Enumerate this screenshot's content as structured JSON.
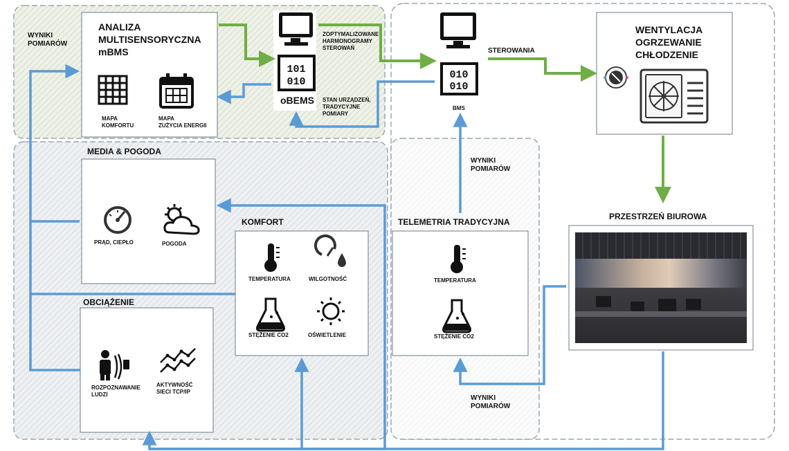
{
  "colors": {
    "blue_line": "#5b9bd5",
    "green_line": "#70ad47",
    "panel_border": "#6d7c8a",
    "group_border": "#9aa7b4"
  },
  "groups": {
    "mbms": {
      "side_label": "WYNIKI\nPOMIARÓW",
      "title": "ANALIZA\nMULTISENSORYCZNA\nmBMS",
      "items": [
        {
          "label": "MAPA\nKOMFORTU",
          "icon": "grid-icon"
        },
        {
          "label": "MAPA\nZUŻYCIA ENERGII",
          "icon": "calendar-icon"
        }
      ]
    },
    "obems": {
      "label": "oBEMS",
      "top_text": "ZOPTYMALIZOWANE\nHARMONOGRAMY\nSTEROWAŃ",
      "bottom_text": "STAN URZĄDZEŃ,\nTRADYCYJNE\nPOMIARY"
    },
    "bms": {
      "label": "BMS",
      "control_text": "STEROWANIA",
      "results_text": "WYNIKI\nPOMIARÓW"
    },
    "hvac": {
      "title": "WENTYLACJA\nOGRZEWANIE\nCHŁODZENIE"
    },
    "media": {
      "title": "MEDIA & POGODA",
      "items": [
        {
          "label": "PRĄD, CIEPŁO",
          "icon": "gauge-icon"
        },
        {
          "label": "POGODA",
          "icon": "weather-icon"
        }
      ]
    },
    "komfort": {
      "title": "KOMFORT",
      "items": [
        {
          "label": "TEMPERATURA",
          "icon": "thermometer-icon"
        },
        {
          "label": "WILGOTNOŚĆ",
          "icon": "humidity-icon"
        },
        {
          "label": "STĘŻENIE CO2",
          "icon": "flask-icon"
        },
        {
          "label": "OŚWIETLENIE",
          "icon": "sun-icon"
        }
      ]
    },
    "load": {
      "title": "OBCIĄŻENIE",
      "items": [
        {
          "label": "ROZPOZNAWANIE\nLUDZI",
          "icon": "person-icon"
        },
        {
          "label": "AKTYWNOŚĆ\nSIECI TCP/IP",
          "icon": "network-icon"
        }
      ]
    },
    "telemetry": {
      "title": "TELEMETRIA TRADYCYJNA",
      "items": [
        {
          "label": "TEMPERATURA",
          "icon": "thermometer-icon"
        },
        {
          "label": "STĘŻENIE CO2",
          "icon": "flask-icon"
        }
      ],
      "results_text": "WYNIKI\nPOMIARÓW"
    },
    "office": {
      "title": "PRZESTRZEŃ BIUROWA"
    }
  }
}
